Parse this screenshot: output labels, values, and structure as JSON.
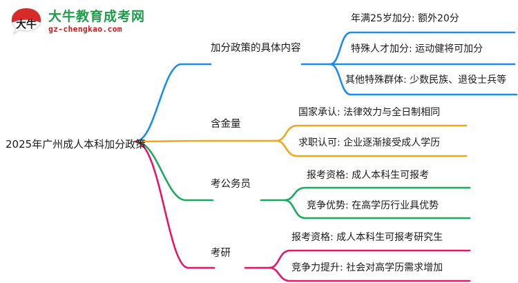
{
  "logo": {
    "name_cn": "大牛教育成考网",
    "domain": "gz-chengkao.com",
    "mark_text": "大牛",
    "colors": {
      "cn": "#1d9c4a",
      "domain": "#d01b1b",
      "mark_top": "#d72b2b"
    }
  },
  "mindmap": {
    "root": "2025年广州成人本科加分政策",
    "branches": [
      {
        "label": "加分政策的具体内容",
        "color": "#1a8cf0",
        "children": [
          "年满25岁加分: 额外20分",
          "特殊人才加分: 运动健将可加分",
          "其他特殊群体: 少数民族、退役士兵等"
        ]
      },
      {
        "label": "含金量",
        "color": "#f0a81e",
        "children": [
          "国家承认: 法律效力与全日制相同",
          "求职认可: 企业逐渐接受成人学历"
        ]
      },
      {
        "label": "考公务员",
        "color": "#17ab5b",
        "children": [
          "报考资格: 成人本科生可报考",
          "竞争优势: 在高学历行业具优势"
        ]
      },
      {
        "label": "考研",
        "color": "#ec1266",
        "children": [
          "报考资格: 成人本科生可报考研究生",
          "竞争力提升: 社会对高学历需求增加"
        ]
      }
    ]
  }
}
